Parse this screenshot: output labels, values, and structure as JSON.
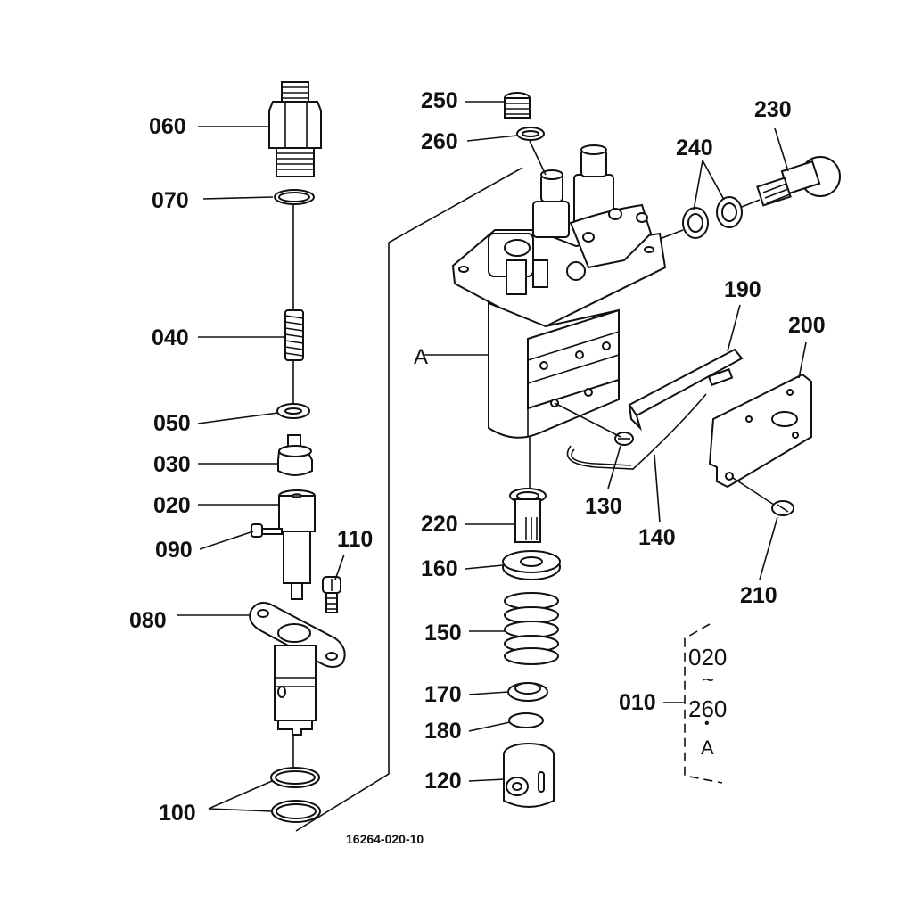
{
  "diagram": {
    "drawing_number": "16264-020-10",
    "labels": {
      "p060": "060",
      "p070": "070",
      "p040": "040",
      "p050": "050",
      "p030": "030",
      "p020": "020",
      "p090": "090",
      "p110": "110",
      "p080": "080",
      "p100": "100",
      "p250": "250",
      "p260": "260",
      "p230": "230",
      "p240": "240",
      "pA": "A",
      "p190": "190",
      "p200": "200",
      "p130": "130",
      "p140": "140",
      "p220": "220",
      "p160": "160",
      "p150": "150",
      "p170": "170",
      "p180": "180",
      "p120": "120",
      "p210": "210",
      "p010": "010"
    },
    "assembly_note": {
      "from": "020",
      "range_mark": "~",
      "to": "260",
      "bullet": "•",
      "plus": "A"
    }
  }
}
